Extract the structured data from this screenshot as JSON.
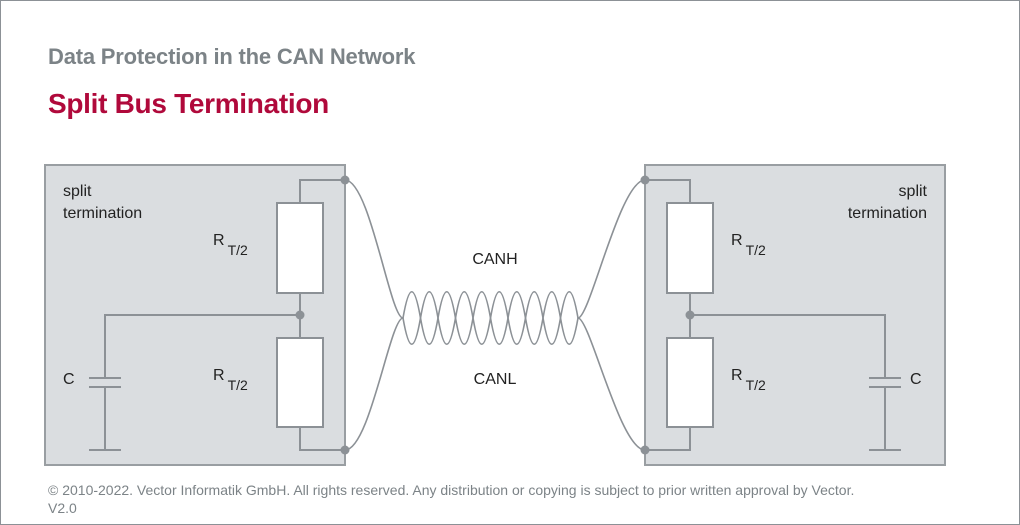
{
  "header": {
    "subtitle": "Data Protection in the CAN Network",
    "title": "Split Bus Termination"
  },
  "diagram": {
    "left_node": {
      "label_line1": "split",
      "label_line2": "termination",
      "resistor_top": {
        "symbol": "R",
        "subscript": "T/2"
      },
      "resistor_bottom": {
        "symbol": "R",
        "subscript": "T/2"
      },
      "capacitor": {
        "symbol": "C"
      }
    },
    "right_node": {
      "label_line1": "split",
      "label_line2": "termination",
      "resistor_top": {
        "symbol": "R",
        "subscript": "T/2"
      },
      "resistor_bottom": {
        "symbol": "R",
        "subscript": "T/2"
      },
      "capacitor": {
        "symbol": "C"
      }
    },
    "bus": {
      "high_label": "CANH",
      "low_label": "CANL",
      "twists": 5
    },
    "colors": {
      "box_fill": "#dadde0",
      "box_stroke": "#999ea2",
      "wire": "#8c9196",
      "resistor_fill": "#ffffff"
    }
  },
  "footer": {
    "copyright": "© 2010-2022. Vector Informatik GmbH. All rights reserved. Any distribution or copying is subject to prior written approval by Vector.",
    "version": "V2.0"
  }
}
